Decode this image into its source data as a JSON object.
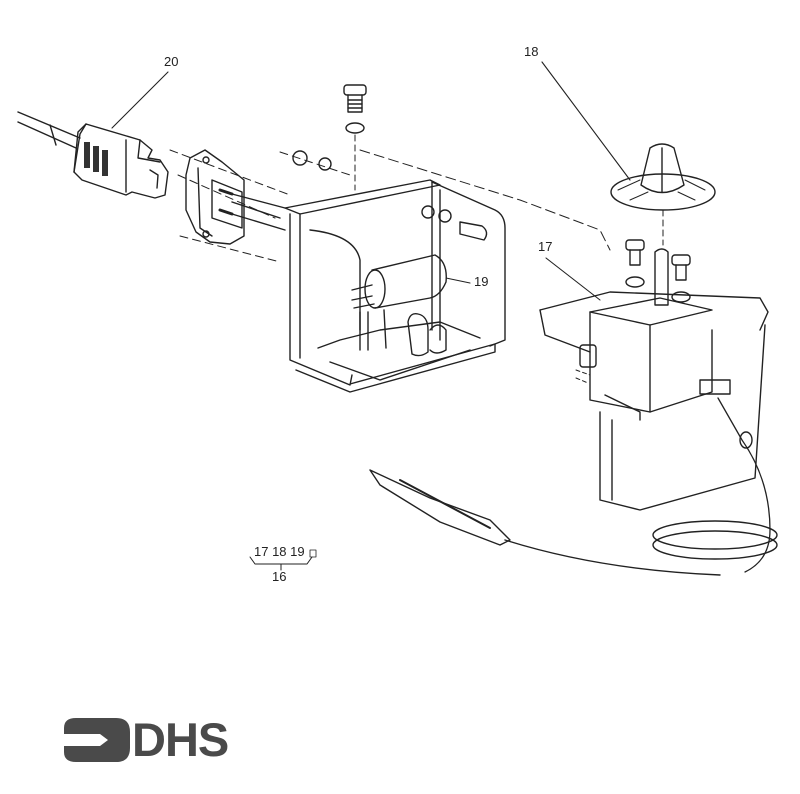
{
  "diagram": {
    "type": "exploded-parts-view",
    "callouts": [
      {
        "id": "20",
        "label": "20",
        "part": "power connector plug with cable"
      },
      {
        "id": "19",
        "label": "19",
        "part": "capacitor"
      },
      {
        "id": "18",
        "label": "18",
        "part": "thermostat knob"
      },
      {
        "id": "17",
        "label": "17",
        "part": "thermostat with capillary sensor"
      }
    ],
    "group": {
      "members": "17 18 19",
      "member_list": [
        "17",
        "18",
        "19"
      ],
      "total": "16"
    }
  },
  "logo": {
    "text": "DHS",
    "color": "#4a4a4a"
  },
  "colors": {
    "line": "#222222",
    "background": "#ffffff"
  }
}
